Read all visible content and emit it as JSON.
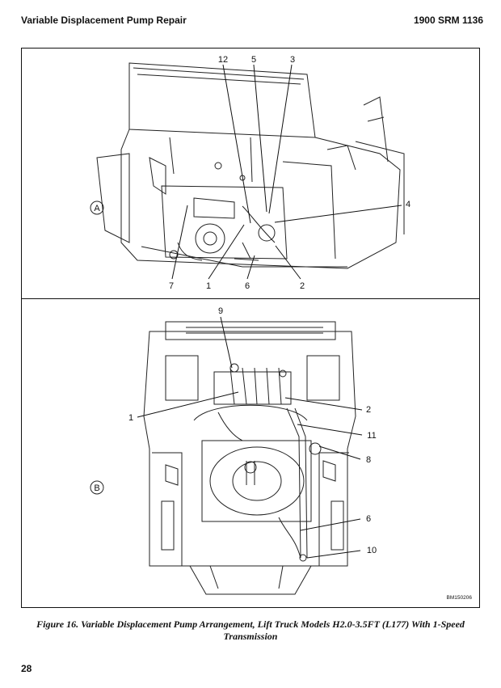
{
  "header": {
    "title": "Variable Displacement Pump Repair",
    "doc_number": "1900 SRM 1136"
  },
  "figure": {
    "view_a": {
      "label": "A",
      "callouts": [
        "12",
        "5",
        "3",
        "4",
        "7",
        "1",
        "6",
        "2"
      ]
    },
    "view_b": {
      "label": "B",
      "callouts": [
        "9",
        "1",
        "2",
        "11",
        "8",
        "6",
        "10"
      ]
    },
    "drawing_id": "BM150206",
    "caption": "Figure 16. Variable Displacement Pump Arrangement, Lift Truck Models H2.0-3.5FT (L177) With 1-Speed Transmission"
  },
  "footer": {
    "page_number": "28"
  }
}
